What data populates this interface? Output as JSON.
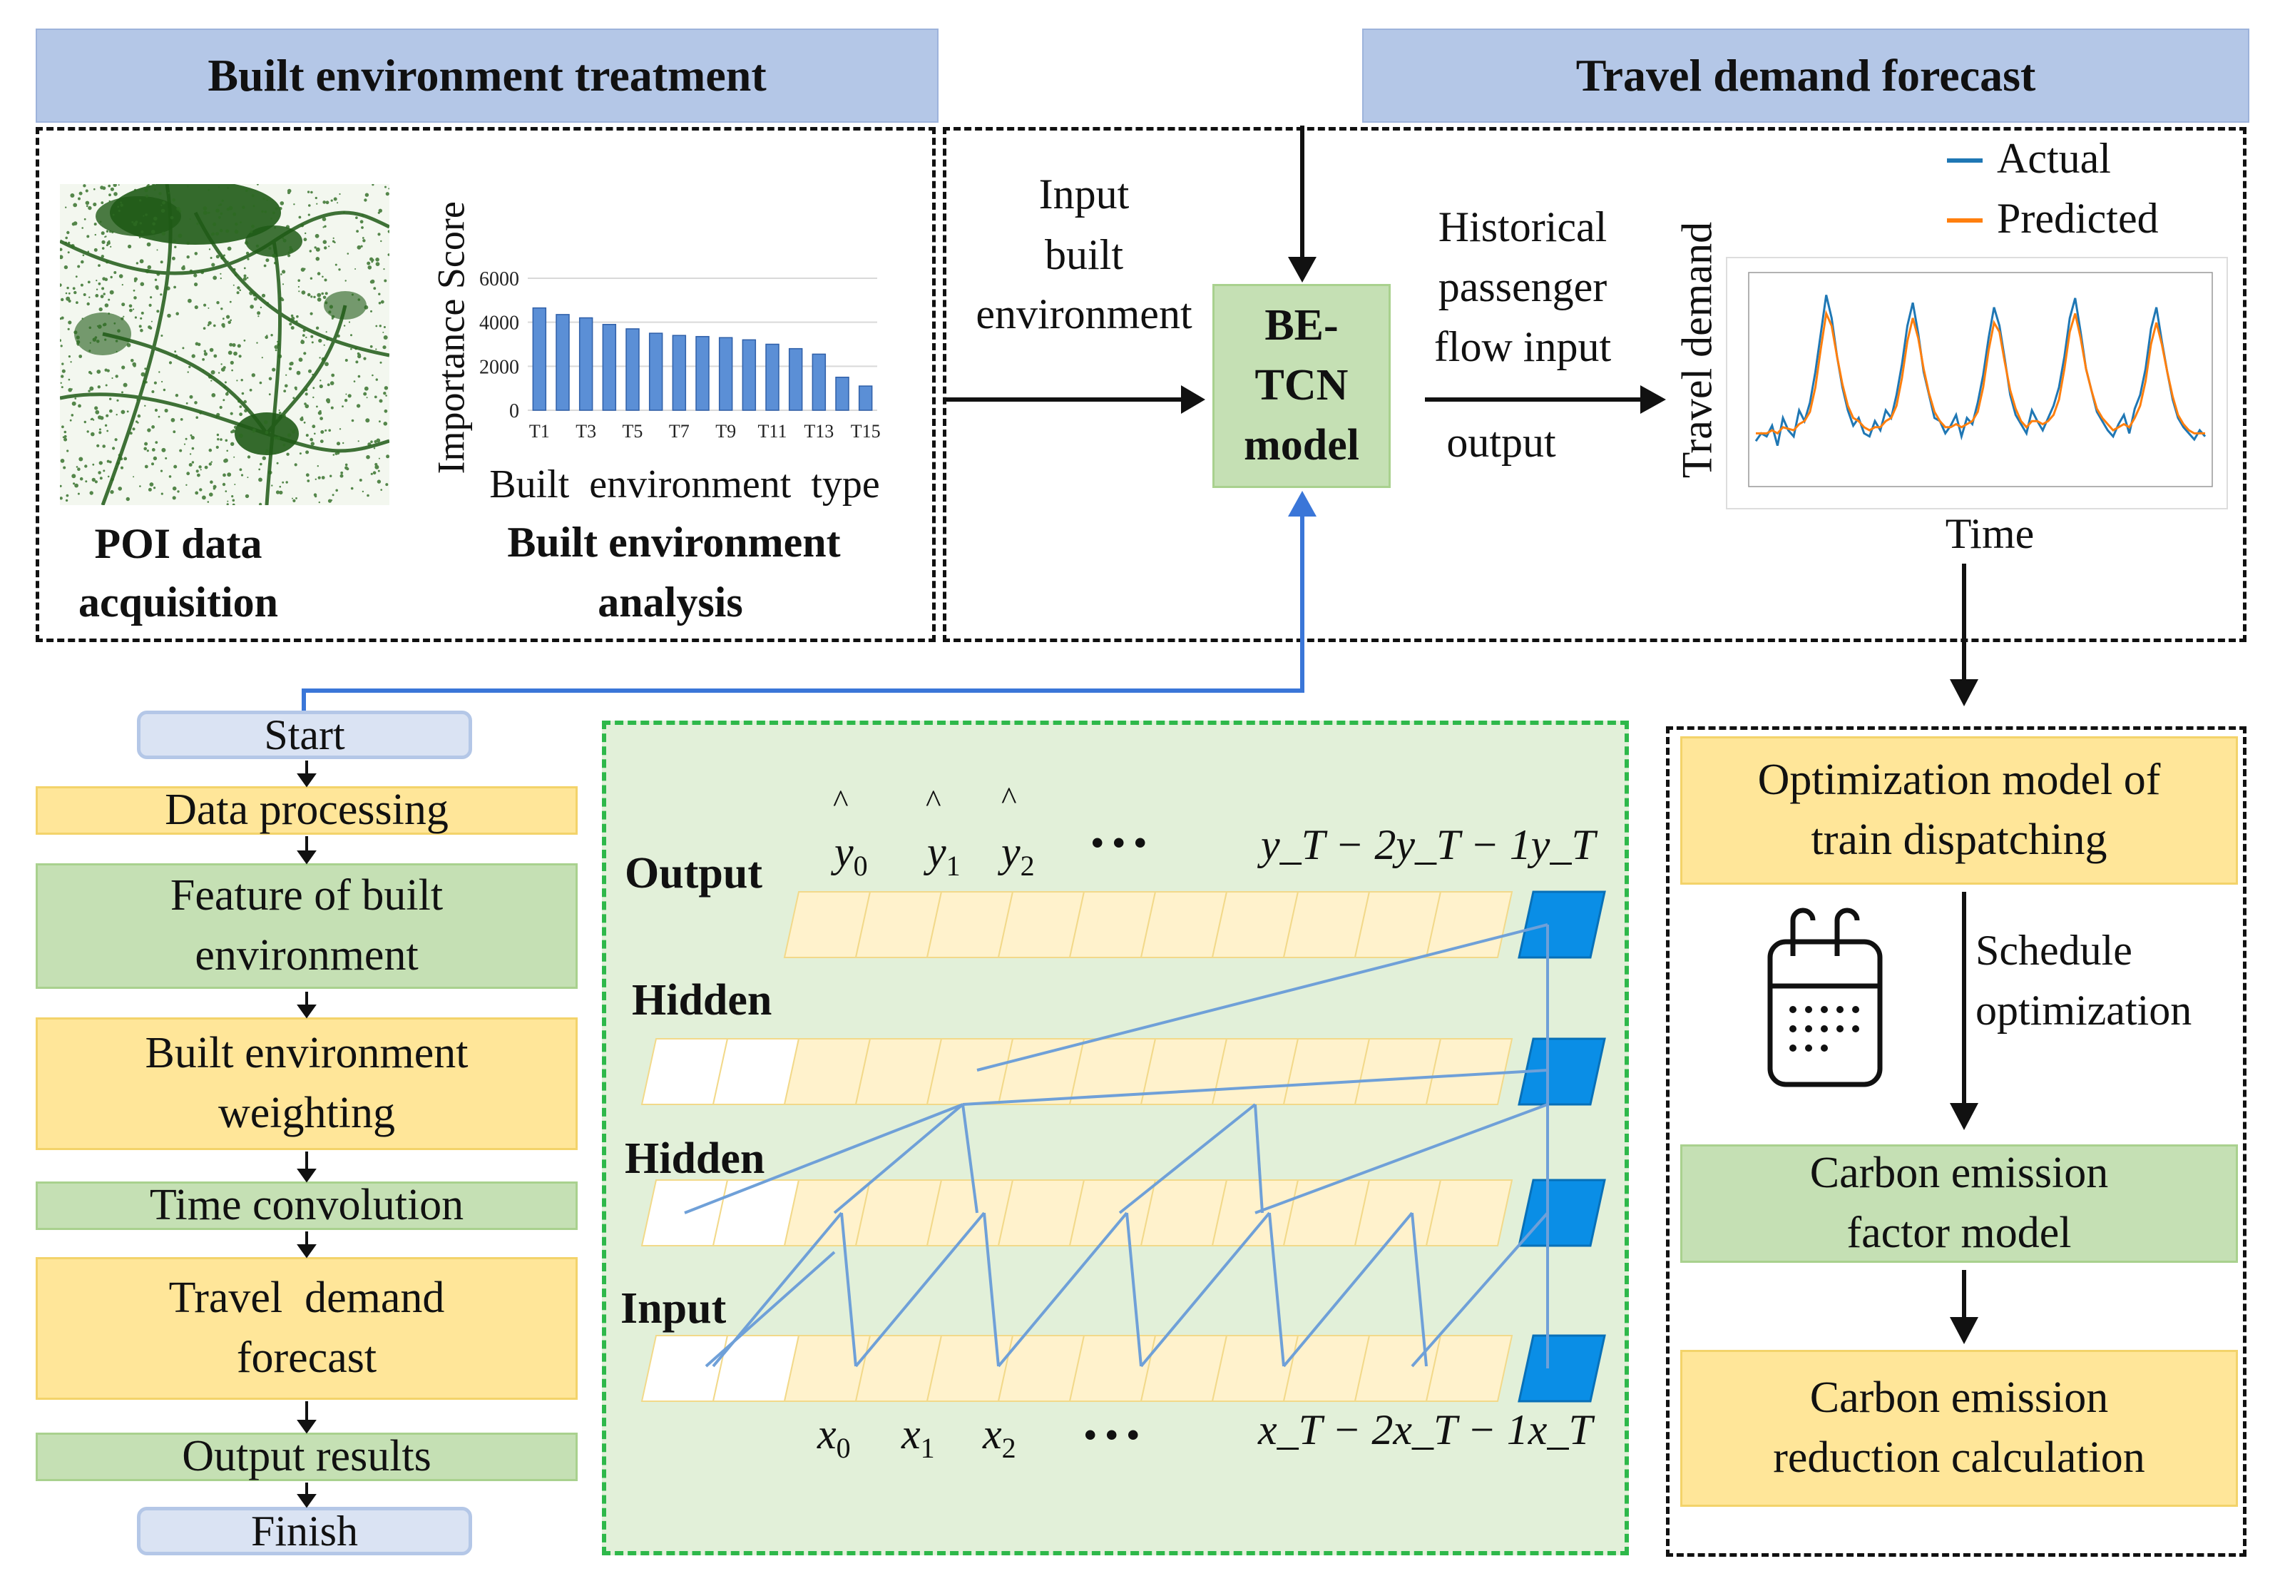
{
  "headers": {
    "left": "Built environment treatment",
    "right": "Travel demand forecast"
  },
  "poi": {
    "caption_line1": "POI data",
    "caption_line2": "acquisition"
  },
  "bar_chart": {
    "ylabel": "Importance Score",
    "xlabel": "Built  environment  type",
    "caption_line1": "Built environment",
    "caption_line2": "analysis",
    "bar_color": "#5b8fd6"
  },
  "chart_data": [
    {
      "type": "bar",
      "ylabel": "Importance Score",
      "xlabel": "Built  environment  type",
      "ylim": [
        0,
        6000
      ],
      "yticks": [
        "0",
        "2000",
        "4000",
        "6000"
      ],
      "xticks": [
        "T1",
        "T3",
        "T5",
        "T7",
        "T9",
        "T11",
        "T13",
        "T15"
      ],
      "values": [
        4650,
        4350,
        4200,
        3900,
        3700,
        3500,
        3400,
        3350,
        3300,
        3200,
        3000,
        2800,
        2550,
        1500,
        1100
      ]
    },
    {
      "type": "line",
      "xlabel": "Time",
      "ylabel": "Travel demand",
      "legend": [
        "Actual",
        "Predicted"
      ],
      "legend_position": "top-right",
      "series": [
        {
          "name": "Actual",
          "color": "#1f77b4",
          "values": [
            25,
            30,
            28,
            35,
            22,
            40,
            32,
            28,
            45,
            38,
            50,
            70,
            95,
            120,
            105,
            80,
            60,
            45,
            35,
            40,
            30,
            28,
            38,
            32,
            45,
            40,
            55,
            75,
            100,
            115,
            95,
            70,
            55,
            40,
            38,
            30,
            35,
            42,
            28,
            40,
            36,
            50,
            68,
            92,
            112,
            100,
            78,
            55,
            42,
            36,
            30,
            45,
            38,
            32,
            40,
            48,
            60,
            80,
            105,
            118,
            96,
            72,
            58,
            44,
            38,
            32,
            28,
            36,
            42,
            30,
            46,
            55,
            72,
            98,
            112,
            90,
            70,
            52,
            40,
            34,
            30,
            26,
            32,
            28
          ]
        },
        {
          "name": "Predicted",
          "color": "#ff7f0e",
          "values": [
            30,
            30,
            30,
            32,
            30,
            34,
            33,
            32,
            36,
            38,
            44,
            60,
            85,
            108,
            100,
            80,
            62,
            48,
            40,
            38,
            34,
            32,
            34,
            34,
            38,
            40,
            48,
            66,
            90,
            105,
            92,
            72,
            56,
            44,
            38,
            34,
            34,
            36,
            34,
            36,
            38,
            44,
            60,
            84,
            102,
            96,
            76,
            58,
            46,
            38,
            34,
            38,
            38,
            36,
            38,
            42,
            52,
            72,
            96,
            108,
            92,
            72,
            58,
            46,
            40,
            36,
            32,
            34,
            36,
            34,
            40,
            48,
            64,
            88,
            102,
            88,
            70,
            54,
            42,
            36,
            32,
            30,
            30,
            30
          ]
        }
      ]
    }
  ],
  "forecast": {
    "input_label_1": "Input",
    "input_label_2": "built",
    "input_label_3": "environment",
    "model_line1": "BE-",
    "model_line2": "TCN",
    "model_line3": "model",
    "hist_line1": "Historical",
    "hist_line2": "passenger",
    "hist_line3": "flow input",
    "output_label": "output",
    "legend_actual": "Actual",
    "legend_predicted": "Predicted",
    "ylabel": "Travel demand",
    "xlabel": "Time",
    "actual_color": "#1f77b4",
    "predicted_color": "#ff7f0e"
  },
  "flowchart": {
    "start": "Start",
    "step1": "Data processing",
    "step2_line1": "Feature of built",
    "step2_line2": "environment",
    "step3_line1": "Built environment",
    "step3_line2": "weighting",
    "step4": "Time convolution",
    "step5_line1": "Travel  demand",
    "step5_line2": "forecast",
    "step6": "Output results",
    "finish": "Finish"
  },
  "tcn": {
    "output_label": "Output",
    "hidden1_label": "Hidden",
    "hidden2_label": "Hidden",
    "input_label": "Input",
    "hat": "^",
    "ellipsis": "• • •",
    "y_terms": [
      "y",
      "y",
      "y"
    ],
    "y_subs": [
      "0",
      "1",
      "2"
    ],
    "y_tail": "y_T − 2y_T − 1y_T",
    "x_terms": [
      "x",
      "x",
      "x"
    ],
    "x_subs": [
      "0",
      "1",
      "2"
    ],
    "x_tail": "x_T − 2x_T − 1x_T",
    "active_color": "#0a8ee6",
    "cell_color": "#fff2cc"
  },
  "dispatch": {
    "opt_line1": "Optimization model of",
    "opt_line2": "train dispatching",
    "sched_line1": "Schedule",
    "sched_line2": "optimization",
    "carbon_factor_line1": "Carbon emission",
    "carbon_factor_line2": "factor model",
    "carbon_red_line1": "Carbon emission",
    "carbon_red_line2": "reduction calculation"
  }
}
